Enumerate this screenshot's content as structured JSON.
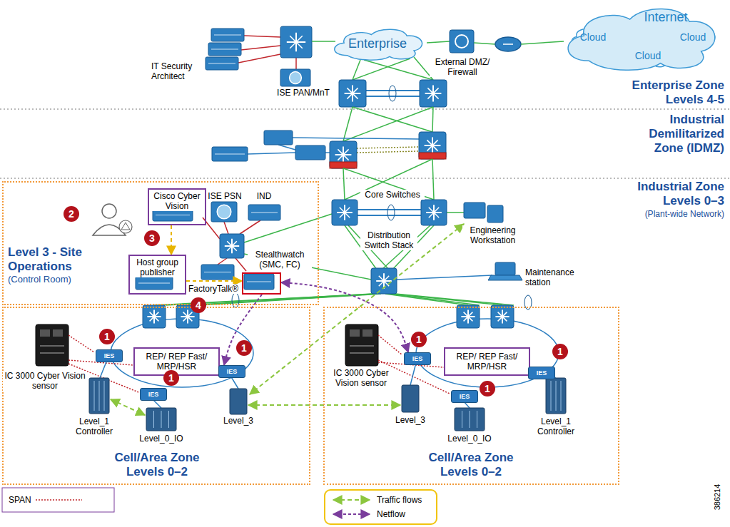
{
  "diagram": {
    "nodes": [
      {
        "text": [
          "Enterprise"
        ]
      },
      {
        "text": [
          "Internet"
        ]
      },
      {
        "text": [
          "Cloud"
        ],
        "in": 1
      },
      {
        "text": [
          "Cloud"
        ],
        "in": 1
      },
      {
        "text": [
          "Cloud"
        ],
        "in": 1
      },
      {
        "text": [
          "Level 3 - Site Operations",
          "(Control Room)"
        ]
      },
      {
        "text": [
          "Cisco Cyber Vision"
        ],
        "in": 5
      },
      {
        "text": [
          "Host group publisher"
        ],
        "in": 5
      },
      {
        "text": [
          "Stealthwatch (SMC, FC)"
        ],
        "in": 5
      },
      {
        "text": [
          "Cell/Area Zone Levels 0–2"
        ]
      },
      {
        "text": [
          "REP/ REP Fast/ MRP/HSR"
        ],
        "in": 9
      },
      {
        "text": [
          "IES"
        ],
        "in": 9
      },
      {
        "text": [
          "IES"
        ],
        "in": 9
      },
      {
        "text": [
          "IES"
        ],
        "in": 9
      },
      {
        "text": [
          "Cell/Area Zone Levels 0–2"
        ]
      },
      {
        "text": [
          "REP/ REP Fast/ MRP/HSR"
        ],
        "in": 14
      },
      {
        "text": [
          "IES"
        ],
        "in": 14
      },
      {
        "text": [
          "IES"
        ],
        "in": 14
      },
      {
        "text": [
          "IES"
        ],
        "in": 14
      }
    ],
    "edges": [
      {
        "from": 6,
        "to": 7,
        "arrow": "to"
      },
      {
        "from": 7,
        "to": 8,
        "arrow": "to"
      },
      {
        "from": 8,
        "to": 12,
        "arrow": "to"
      },
      {
        "from": 16,
        "to": 8,
        "arrow": "both"
      }
    ],
    "labels": [
      "IT Security Architect",
      "ISE PAN/MnT",
      "External DMZ/ Firewall",
      "Enterprise Zone Levels 4-5",
      "Industrial Demilitarized Zone (IDMZ)",
      "Industrial Zone Levels 0–3",
      "(Plant-wide Network)",
      "ISE PSN",
      "IND",
      "2",
      "3",
      "FactoryTalk®",
      "4",
      "Core Switches",
      "Distribution Switch Stack",
      "Engineering Workstation",
      "Maintenance station",
      "1",
      "1",
      "1",
      "IC 3000 Cyber Vision sensor",
      "Level_1 Controller",
      "Level_0_IO",
      "Level_3",
      "1",
      "1",
      "1",
      "IC 3000 Cyber Vision sensor",
      "Level_3",
      "Level_0_IO",
      "Level_1 Controller",
      "386214"
    ],
    "legend": [
      {
        "text": "SPAN"
      },
      {
        "text": "Traffic flows"
      },
      {
        "text": "Netflow"
      }
    ]
  }
}
